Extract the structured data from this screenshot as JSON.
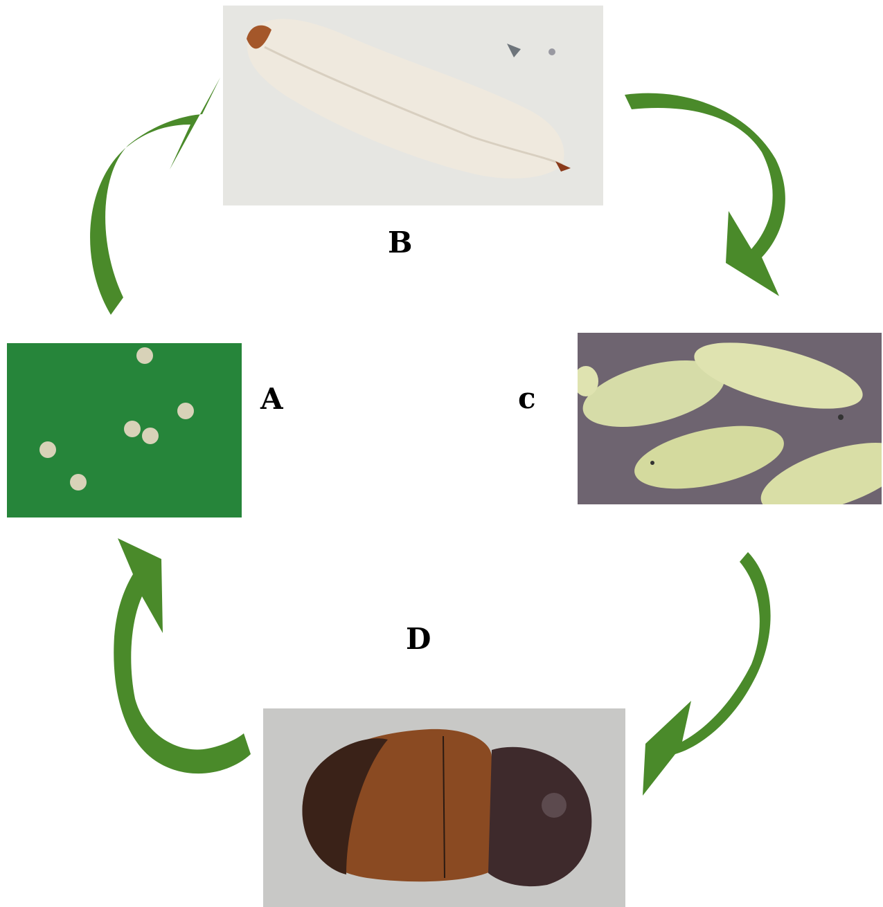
{
  "stages": [
    {
      "id": "A",
      "label": "A",
      "photo": "egg-photo"
    },
    {
      "id": "B",
      "label": "B",
      "photo": "larva-photo"
    },
    {
      "id": "C",
      "label": "c",
      "photo": "pupa-photo"
    },
    {
      "id": "D",
      "label": "D",
      "photo": "adult-beetle-photo"
    }
  ],
  "colors": {
    "arrow": "#4a8a2a",
    "egg_background": "#2a8a3e",
    "larva_background": "#e6e6e2",
    "pupa_background": "#6e6470",
    "adult_background": "#c8c8c6"
  }
}
